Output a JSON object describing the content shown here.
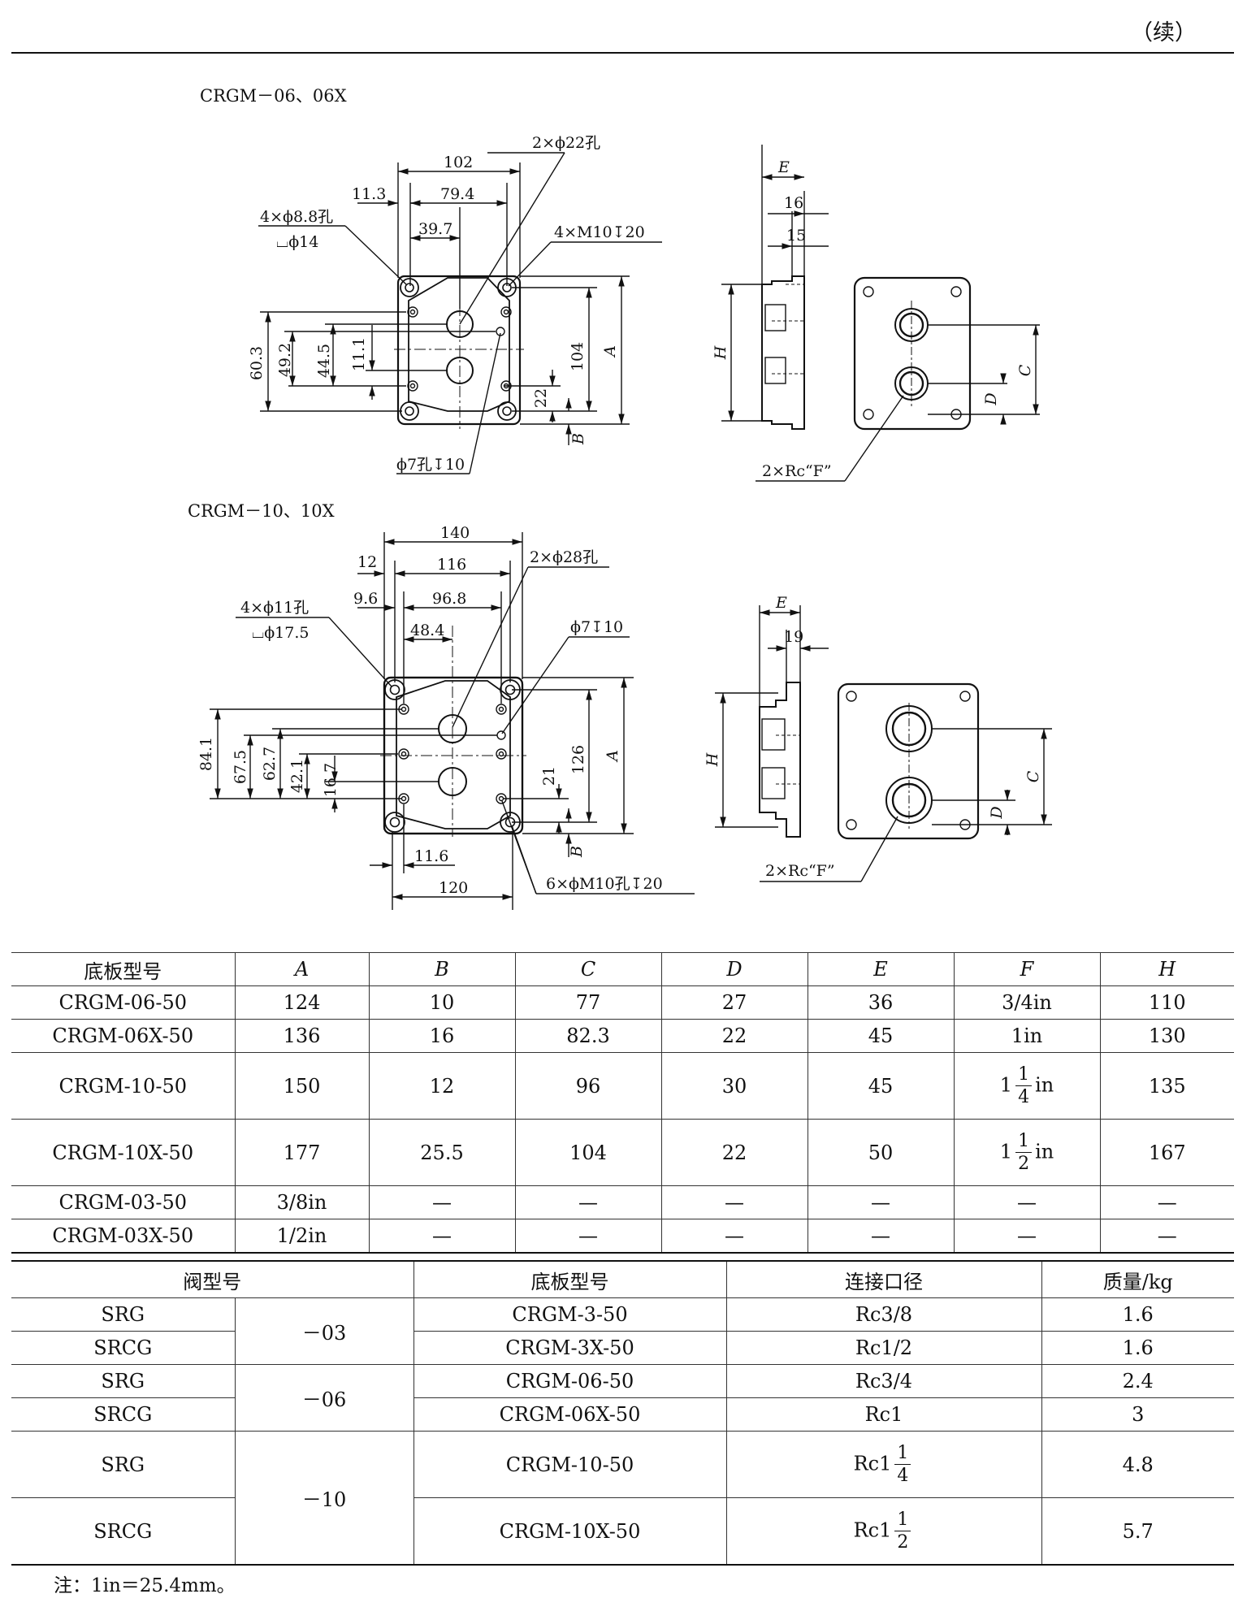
{
  "page": {
    "continued": "（续）",
    "note": "注：1in＝25.4mm。"
  },
  "drawing1": {
    "title": "CRGM－06、06X",
    "dims": {
      "d102": "102",
      "d79_4": "79.4",
      "d11_3": "11.3",
      "d39_7": "39.7",
      "d60_3": "60.3",
      "d49_2": "49.2",
      "d44_5": "44.5",
      "d11_1": "11.1",
      "d104": "104",
      "dA": "A",
      "d22": "22",
      "dB": "B",
      "dE": "E",
      "d16": "16",
      "d15": "15",
      "dH": "H",
      "dC": "C",
      "dD": "D"
    },
    "callouts": {
      "holes22": "2×ϕ22孔",
      "holes88": "4×ϕ8.8孔",
      "cbore14": "⌴ϕ14",
      "m10": "4×M10↧20",
      "hole7": "ϕ7孔↧10",
      "ports": "2×Rc“F”"
    }
  },
  "drawing2": {
    "title": "CRGM－10、10X",
    "dims": {
      "d140": "140",
      "d12": "12",
      "d116": "116",
      "d9_6": "9.6",
      "d96_8": "96.8",
      "d48_4": "48.4",
      "d84_1": "84.1",
      "d67_5": "67.5",
      "d62_7": "62.7",
      "d42_1": "42.1",
      "d16_7": "16.7",
      "d21": "21",
      "d126": "126",
      "dA": "A",
      "dB": "B",
      "d11_6": "11.6",
      "d120": "120",
      "dE": "E",
      "d19": "19",
      "dH": "H",
      "dC": "C",
      "dD": "D"
    },
    "callouts": {
      "holes28": "2×ϕ28孔",
      "holes11": "4×ϕ11孔",
      "cbore17": "⌴ϕ17.5",
      "hole7": "ϕ7↧10",
      "m10": "6×ϕM10孔↧20",
      "ports": "2×Rc“F”"
    }
  },
  "table1": {
    "headers": [
      "底板型号",
      "A",
      "B",
      "C",
      "D",
      "E",
      "F",
      "H"
    ],
    "rows": [
      [
        "CRGM-06-50",
        "124",
        "10",
        "77",
        "27",
        "36",
        "3/4in",
        "110"
      ],
      [
        "CRGM-06X-50",
        "136",
        "16",
        "82.3",
        "22",
        "45",
        "1in",
        "130"
      ],
      [
        "CRGM-10-50",
        "150",
        "12",
        "96",
        "30",
        "45",
        "1",
        "135"
      ],
      [
        "CRGM-10X-50",
        "177",
        "25.5",
        "104",
        "22",
        "50",
        "1",
        "167"
      ],
      [
        "CRGM-03-50",
        "3/8in",
        "—",
        "—",
        "—",
        "—",
        "—",
        "—"
      ],
      [
        "CRGM-03X-50",
        "1/2in",
        "—",
        "—",
        "—",
        "—",
        "—",
        "—"
      ]
    ],
    "frac_r3": {
      "num": "1",
      "den": "4",
      "unit": "in"
    },
    "frac_r4": {
      "num": "1",
      "den": "2",
      "unit": "in"
    }
  },
  "table2": {
    "headers": [
      "阀型号",
      "底板型号",
      "连接口径",
      "质量/kg"
    ],
    "rows": [
      {
        "valve": "SRG",
        "size": "－03",
        "plate": "CRGM-3-50",
        "port": "Rc3/8",
        "mass": "1.6"
      },
      {
        "valve": "SRCG",
        "plate": "CRGM-3X-50",
        "port": "Rc1/2",
        "mass": "1.6"
      },
      {
        "valve": "SRG",
        "size": "－06",
        "plate": "CRGM-06-50",
        "port": "Rc3/4",
        "mass": "2.4"
      },
      {
        "valve": "SRCG",
        "plate": "CRGM-06X-50",
        "port": "Rc1",
        "mass": "3"
      },
      {
        "valve": "SRG",
        "size": "－10",
        "plate": "CRGM-10-50",
        "port": "Rc1",
        "port_num": "1",
        "port_den": "4",
        "mass": "4.8"
      },
      {
        "valve": "SRCG",
        "plate": "CRGM-10X-50",
        "port": "Rc1",
        "port_num": "1",
        "port_den": "2",
        "mass": "5.7"
      }
    ]
  }
}
